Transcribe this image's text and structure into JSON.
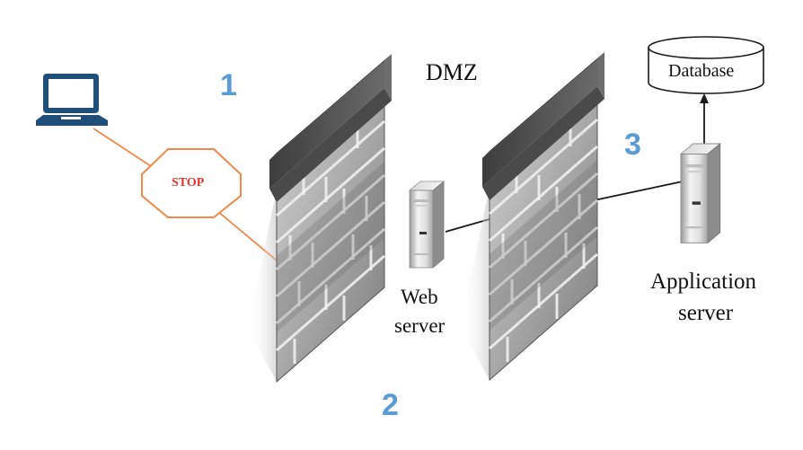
{
  "title": "DMZ",
  "zones": [
    {
      "id": "n1",
      "label": "1"
    },
    {
      "id": "n2",
      "label": "2"
    },
    {
      "id": "n3",
      "label": "3"
    }
  ],
  "stop_sign": {
    "label": "STOP",
    "color": "#e8332c",
    "border": "#f0894a"
  },
  "web_server": {
    "line1": "Web",
    "line2": "server"
  },
  "app_server": {
    "line1": "Application",
    "line2": "server"
  },
  "database": {
    "label": "Database"
  },
  "colors": {
    "zone_number": "#5b9bd5",
    "laptop": "#1f4e79",
    "link_orange": "#f0894a",
    "link_dark": "#1a1a1a",
    "wall_dark": "#555555",
    "wall_light": "#c9c9c9"
  },
  "icons": [
    "laptop-icon",
    "stop-sign-icon",
    "firewall-icon",
    "server-icon",
    "database-icon"
  ]
}
